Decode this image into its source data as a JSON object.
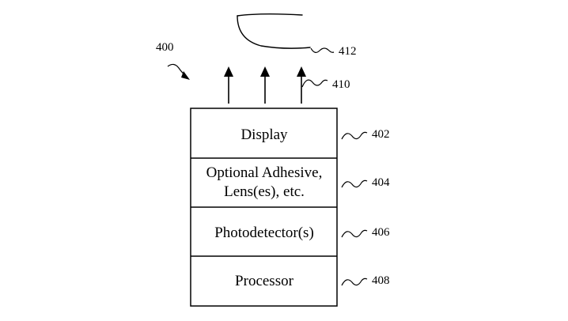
{
  "figure_ref": "400",
  "layers": [
    {
      "ref": "402",
      "lines": [
        "Display"
      ]
    },
    {
      "ref": "404",
      "lines": [
        "Optional Adhesive,",
        "Lens(es), etc."
      ]
    },
    {
      "ref": "406",
      "lines": [
        "Photodetector(s)"
      ]
    },
    {
      "ref": "408",
      "lines": [
        "Processor"
      ]
    }
  ],
  "light_ref": "410",
  "finger_ref": "412"
}
